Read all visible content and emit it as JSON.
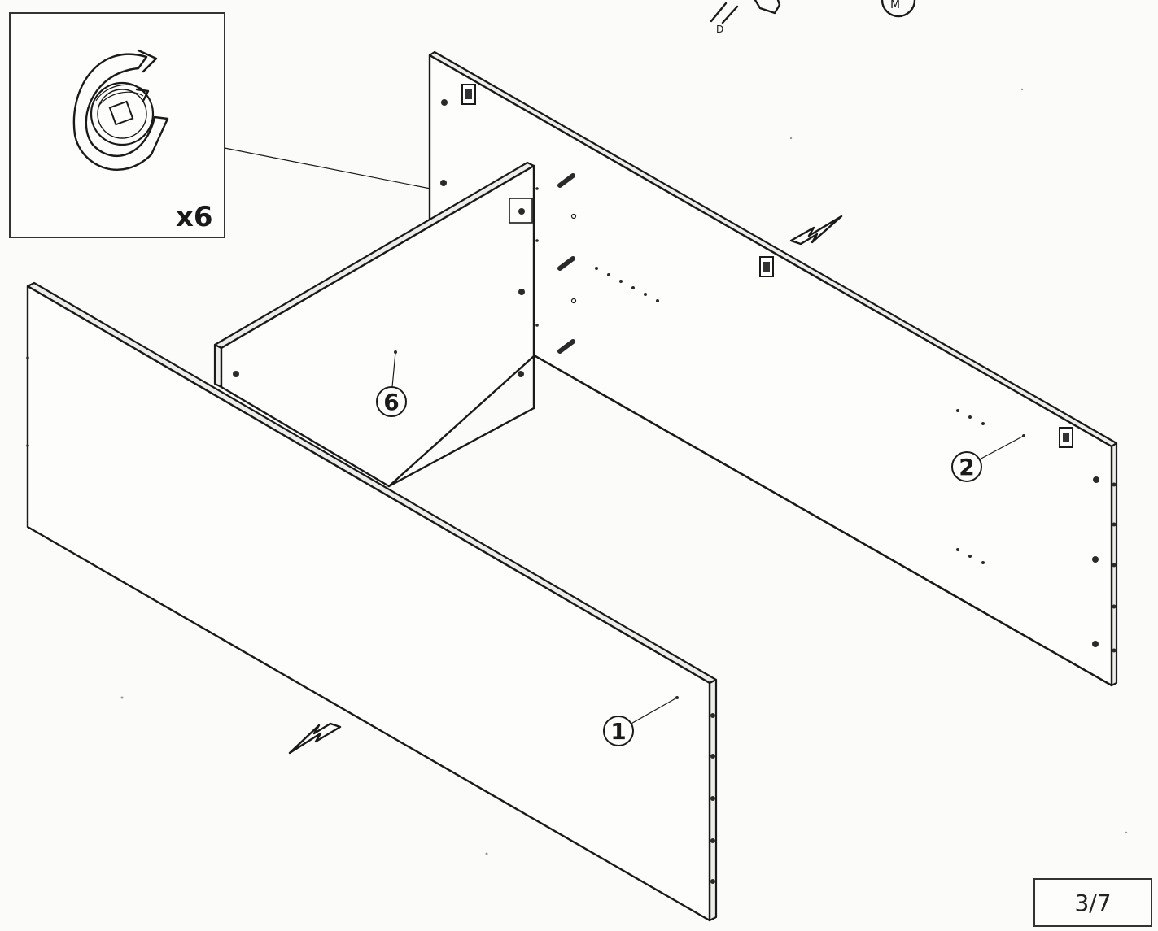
{
  "detail": {
    "quantity": "x6"
  },
  "parts": {
    "part_1": "1",
    "part_2": "2",
    "part_6": "6"
  },
  "hardware": {
    "screw_label": "D",
    "fitting_label": "M"
  },
  "footer": {
    "page_indicator": "3/7"
  }
}
